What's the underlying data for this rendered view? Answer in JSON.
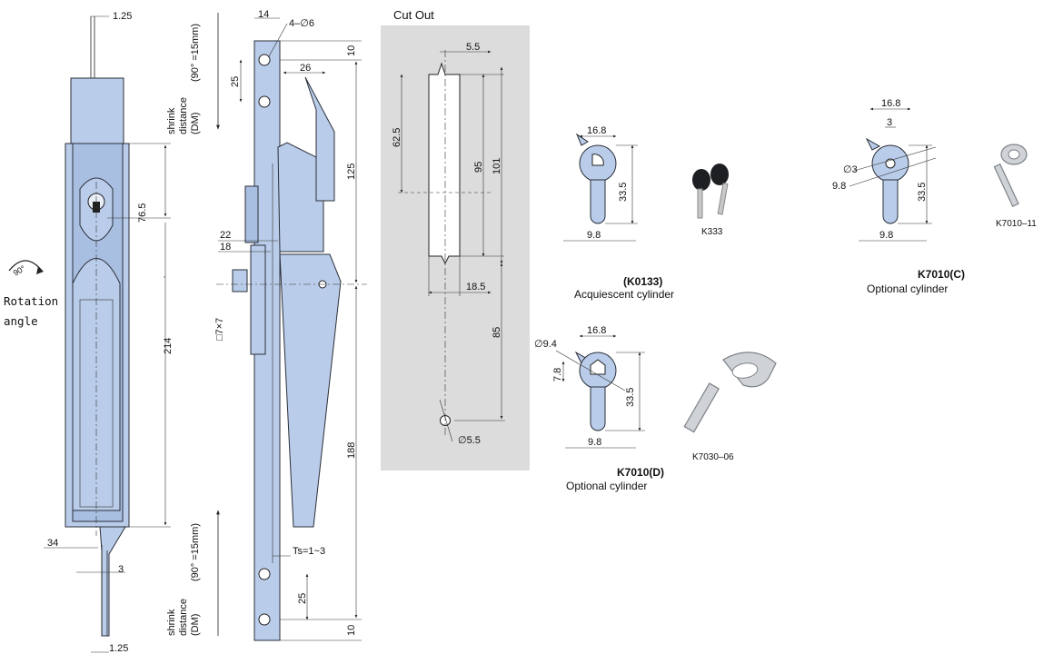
{
  "cutout": {
    "title": "Cut Out",
    "dims": [
      "5.5",
      "62.5",
      "95",
      "101",
      "18.5",
      "85",
      "∅5.5"
    ]
  },
  "front": {
    "dims": [
      "1.25",
      "76.5",
      "214",
      "34",
      "3",
      "1.25"
    ],
    "rotation_label_1": "Rotation",
    "rotation_label_2": "angle",
    "rotation_symbol": "90°"
  },
  "side": {
    "dims": [
      "14",
      "4–∅6",
      "10",
      "25",
      "26",
      "125",
      "22",
      "18",
      "□7×7",
      "188",
      "Ts=1~3",
      "25",
      "10"
    ],
    "shrink_top": [
      "shrink",
      "distance",
      "(DM)",
      "(90° =15mm)"
    ],
    "shrink_bottom": [
      "shrink",
      "distance",
      "(DM)",
      "(90° =15mm)"
    ]
  },
  "cyl_k0133": {
    "code": "(K0133)",
    "desc": "Acquiescent cylinder",
    "dims": [
      "16.8",
      "33.5",
      "9.8"
    ],
    "key_code": "K333"
  },
  "cyl_k7010c": {
    "code": "K7010(C)",
    "desc": "Optional cylinder",
    "dims": [
      "16.8",
      "3",
      "∅3",
      "9.8",
      "33.5",
      "9.8"
    ],
    "key_code": "K7010–11"
  },
  "cyl_k7010d": {
    "code": "K7010(D)",
    "desc": "Optional cylinder",
    "dims": [
      "16.8",
      "∅9.4",
      "7.8",
      "33.5",
      "9.8"
    ],
    "key_code": "K7030–06"
  },
  "colors": {
    "part_fill": "#b9cce9",
    "cutout_bg": "#dcdcdc"
  }
}
